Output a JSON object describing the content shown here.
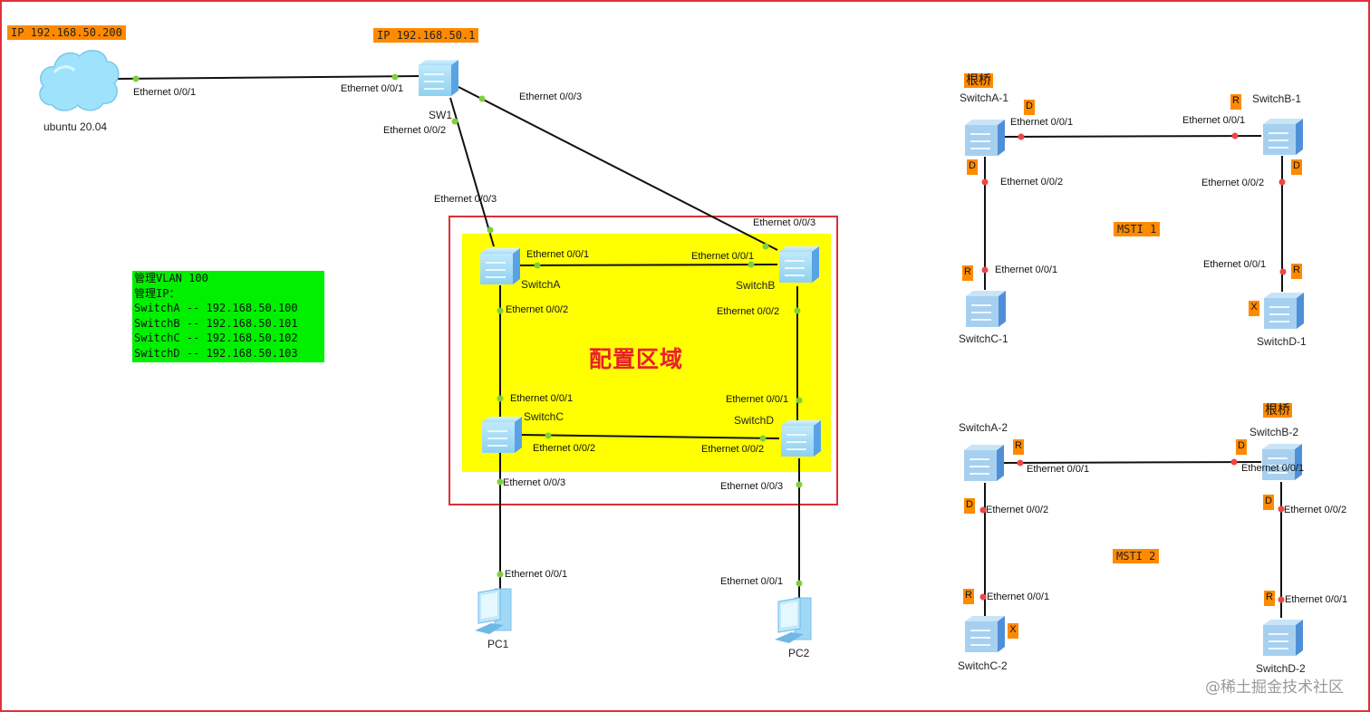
{
  "title_zone": "配置区域",
  "ip_tags": {
    "ubuntu": "IP 192.168.50.200",
    "sw1": "IP 192.168.50.1"
  },
  "devices": {
    "ubuntu": "ubuntu 20.04",
    "sw1": "SW1",
    "switchA": "SwitchA",
    "switchB": "SwitchB",
    "switchC": "SwitchC",
    "switchD": "SwitchD",
    "pc1": "PC1",
    "pc2": "PC2"
  },
  "management": {
    "lines": [
      "管理VLAN 100",
      "管理IP：",
      "SwitchA -- 192.168.50.100",
      "SwitchB -- 192.168.50.101",
      "SwitchC -- 192.168.50.102",
      "SwitchD -- 192.168.50.103"
    ]
  },
  "port_labels": {
    "ubuntu_e1": "Ethernet 0/0/1",
    "sw1_e1": "Ethernet 0/0/1",
    "sw1_e2": "Ethernet 0/0/2",
    "sw1_e3": "Ethernet 0/0/3",
    "a_e3": "Ethernet 0/0/3",
    "a_e1": "Ethernet 0/0/1",
    "a_e2": "Ethernet 0/0/2",
    "b_e3": "Ethernet 0/0/3",
    "b_e1": "Ethernet 0/0/1",
    "b_e2": "Ethernet 0/0/2",
    "c_e1": "Ethernet 0/0/1",
    "c_e2": "Ethernet 0/0/2",
    "c_e3": "Ethernet 0/0/3",
    "d_e1": "Ethernet 0/0/1",
    "d_e2": "Ethernet 0/0/2",
    "d_e3": "Ethernet 0/0/3",
    "pc1_e1": "Ethernet 0/0/1",
    "pc2_e1": "Ethernet 0/0/1"
  },
  "msti1": {
    "label": "MSTI 1",
    "root_tag": "根桥",
    "switches": [
      "SwitchA-1",
      "SwitchB-1",
      "SwitchC-1",
      "SwitchD-1"
    ],
    "ports": {
      "a_e1": "Ethernet 0/0/1",
      "a_e2": "Ethernet 0/0/2",
      "b_e1": "Ethernet 0/0/1",
      "b_e2": "Ethernet 0/0/2",
      "c_e1": "Ethernet 0/0/1",
      "d_e1": "Ethernet 0/0/1"
    },
    "roles": {
      "a_e1": "D",
      "a_e2": "D",
      "b_e1": "R",
      "b_e2": "D",
      "c_e1": "R",
      "d_e1": "R",
      "d_blocked": "X"
    }
  },
  "msti2": {
    "label": "MSTI 2",
    "root_tag": "根桥",
    "switches": [
      "SwitchA-2",
      "SwitchB-2",
      "SwitchC-2",
      "SwitchD-2"
    ],
    "ports": {
      "a_e1": "Ethernet 0/0/1",
      "a_e2": "Ethernet 0/0/2",
      "b_e1": "Ethernet 0/0/1",
      "b_e2": "Ethernet 0/0/2",
      "c_e1": "Ethernet 0/0/1",
      "d_e1": "Ethernet 0/0/1"
    },
    "roles": {
      "a_e1": "R",
      "a_e2": "D",
      "b_e1": "D",
      "b_e2": "D",
      "c_e1": "R",
      "c_blocked": "X",
      "d_e1": "R"
    }
  },
  "colors": {
    "link_up": "#7ed03a",
    "link_stp": "#f04545",
    "tag_bg": "#ff8a00",
    "zone_bg": "#ffff00",
    "zone_border": "#d9303a",
    "mgmt_bg": "#00f000"
  },
  "watermark": "@稀土掘金技术社区"
}
